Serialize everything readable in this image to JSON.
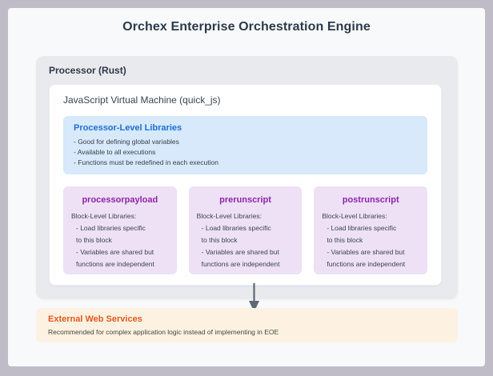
{
  "title": "Orchex Enterprise Orchestration Engine",
  "processor": {
    "label": "Processor (Rust)",
    "vm": {
      "label": "JavaScript Virtual Machine (quick_js)",
      "libraries": {
        "title": "Processor-Level Libraries",
        "items": [
          "- Good for defining global variables",
          "- Available to all executions",
          "- Functions must be redefined in each execution"
        ]
      },
      "blocks": [
        {
          "title": "processorpayload",
          "lines": [
            "Block-Level Libraries:",
            "- Load libraries specific",
            "to this block",
            "- Variables are shared but",
            "functions are independent"
          ]
        },
        {
          "title": "prerunscript",
          "lines": [
            "Block-Level Libraries:",
            "- Load libraries specific",
            "to this block",
            "- Variables are shared but",
            "functions are independent"
          ]
        },
        {
          "title": "postrunscript",
          "lines": [
            "Block-Level Libraries:",
            "- Load libraries specific",
            "to this block",
            "- Variables are shared but",
            "functions are independent"
          ]
        }
      ]
    }
  },
  "external": {
    "title": "External Web Services",
    "description": "Recommended for complex application logic instead of implementing in EOE"
  },
  "icons": {
    "flow_arrow": "down-arrow"
  },
  "colors": {
    "frame": "#bfbcc8",
    "card": "#f8f9fb",
    "title": "#2c3a4a",
    "proc-bg": "#e8eaee",
    "libs-bg": "#d7e9fb",
    "block-bg": "#eee1f6",
    "ext-bg": "#fdf2e2",
    "accent-blue": "#1b6fd6",
    "accent-purple": "#8e24aa",
    "accent-orange": "#e4581d",
    "arrow": "#5d6a74"
  }
}
